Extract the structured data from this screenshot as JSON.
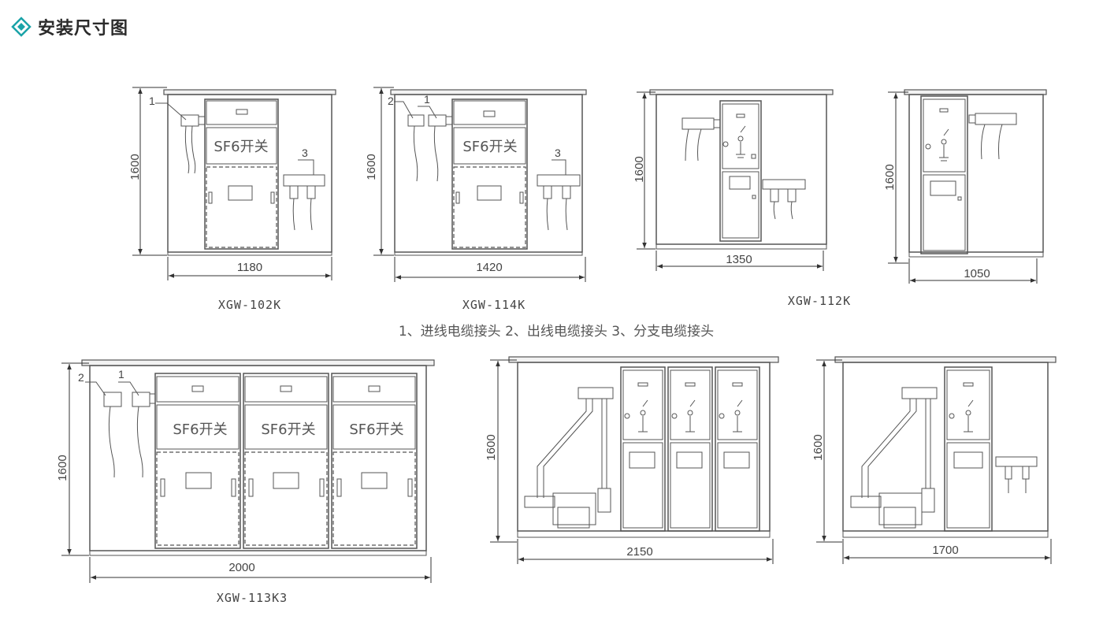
{
  "header": {
    "title": "安装尺寸图",
    "icon": "diamond-icon",
    "accent": "#1aa3a8"
  },
  "legend": "1、进线电缆接头   2、出线电缆接头   3、分支电缆接头",
  "switch_label": "SF6开关",
  "height_label": "1600",
  "units": [
    {
      "model": "XGW-102K",
      "width": "1180",
      "callouts": [
        "1",
        "3"
      ]
    },
    {
      "model": "XGW-114K",
      "width": "1420",
      "callouts": [
        "2",
        "1",
        "3"
      ]
    },
    {
      "model": "XGW-112K",
      "width": "1350"
    },
    {
      "model": "",
      "width": "1050"
    },
    {
      "model": "XGW-113K3",
      "width": "2000",
      "callouts": [
        "2",
        "1"
      ]
    },
    {
      "model": "",
      "width": "2150"
    },
    {
      "model": "",
      "width": "1700"
    }
  ]
}
